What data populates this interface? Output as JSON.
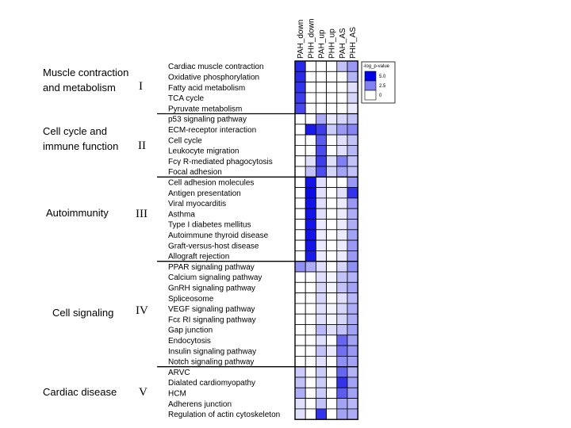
{
  "chart_data": {
    "type": "heatmap",
    "columns": [
      "PAH_down",
      "PHH_down",
      "PAH_up",
      "PHH_up",
      "PAH_AS",
      "PHH_AS"
    ],
    "rows": [
      "Cardiac muscle contraction",
      "Oxidative phosphorylation",
      "Fatty acid metabolism",
      "TCA cycle",
      "Pyruvate metabolism",
      "p53 signaling pathway",
      "ECM-receptor interaction",
      "Cell cycle",
      "Leukocyte migration",
      "Fcγ R-mediated phagocytosis",
      "Focal adhesion",
      "Cell adhesion molecules",
      "Antigen presentation",
      "Viral myocarditis",
      "Asthma",
      "Type I diabetes mellitus",
      "Autoimmune thyroid disease",
      "Graft-versus-host disease",
      "Allograft rejection",
      "PPAR signaling pathway",
      "Calcium signaling pathway",
      "GnRH signaling pathway",
      "Spliceosome",
      "VEGF signaling pathway",
      "Fcε RI signaling pathway",
      "Gap junction",
      "Endocytosis",
      "Insulin signaling pathway",
      "Notch signaling pathway",
      "ARVC",
      "Dialated cardiomyopathy",
      "HCM",
      "Adherens junction",
      "Regulation of actin cytoskeleton"
    ],
    "values": [
      [
        4.2,
        0,
        0,
        0,
        1.2,
        2.0
      ],
      [
        4.2,
        0,
        0,
        0,
        0,
        1.5
      ],
      [
        4.0,
        0,
        0,
        0,
        0,
        0.6
      ],
      [
        3.8,
        0,
        0,
        0,
        0,
        0.8
      ],
      [
        3.6,
        0,
        0,
        0,
        0,
        0.4
      ],
      [
        0,
        0,
        1.6,
        0.4,
        0.8,
        1.2
      ],
      [
        0,
        4.5,
        3.8,
        1.0,
        2.0,
        2.4
      ],
      [
        0,
        0,
        3.2,
        0,
        0.6,
        1.2
      ],
      [
        0,
        0,
        3.5,
        0,
        0.6,
        1.4
      ],
      [
        0,
        0.6,
        3.8,
        0.6,
        2.5,
        1.2
      ],
      [
        0,
        1.2,
        3.5,
        0.8,
        1.8,
        1.2
      ],
      [
        0,
        4.6,
        0.6,
        0,
        0,
        2.0
      ],
      [
        0,
        4.8,
        0.6,
        0,
        0.6,
        4.0
      ],
      [
        0,
        4.6,
        0.6,
        0,
        0.4,
        2.0
      ],
      [
        0,
        4.6,
        0.6,
        0,
        0.4,
        1.6
      ],
      [
        0,
        4.6,
        0.4,
        0,
        0.4,
        1.6
      ],
      [
        0,
        4.6,
        0.4,
        0,
        0.4,
        1.8
      ],
      [
        0,
        4.6,
        0.4,
        0,
        0.4,
        2.0
      ],
      [
        0,
        4.5,
        0.4,
        0,
        0.4,
        2.0
      ],
      [
        2.2,
        1.6,
        0.6,
        0,
        0.8,
        2.2
      ],
      [
        0,
        0,
        0.6,
        0.2,
        1.2,
        1.5
      ],
      [
        0,
        0,
        0.8,
        0.2,
        1.2,
        1.8
      ],
      [
        0,
        0,
        0.8,
        0,
        0.6,
        1.4
      ],
      [
        0,
        0,
        0.6,
        0.2,
        0.8,
        1.6
      ],
      [
        0,
        0,
        0.6,
        0.2,
        0.8,
        1.6
      ],
      [
        0,
        0,
        1.4,
        0.6,
        1.2,
        1.8
      ],
      [
        0,
        0,
        0.6,
        0,
        3.0,
        1.8
      ],
      [
        0,
        0,
        1.2,
        0.4,
        2.8,
        2.0
      ],
      [
        0,
        0,
        0.6,
        0,
        2.2,
        1.8
      ],
      [
        1.0,
        0,
        1.0,
        0,
        3.0,
        1.5
      ],
      [
        1.2,
        0,
        1.0,
        0,
        4.0,
        1.8
      ],
      [
        1.6,
        0,
        1.0,
        0,
        3.2,
        1.8
      ],
      [
        0.6,
        0,
        1.2,
        0,
        1.8,
        1.4
      ],
      [
        0.6,
        0,
        4.0,
        0,
        1.8,
        1.6
      ]
    ],
    "groups": [
      {
        "name": "Muscle contraction and metabolism",
        "numeral": "I",
        "start": 0,
        "end": 4
      },
      {
        "name": "Cell cycle and immune function",
        "numeral": "II",
        "start": 5,
        "end": 10
      },
      {
        "name": "Autoimmunity",
        "numeral": "III",
        "start": 11,
        "end": 18
      },
      {
        "name": "Cell signaling",
        "numeral": "IV",
        "start": 19,
        "end": 28
      },
      {
        "name": "Cardiac disease",
        "numeral": "V",
        "start": 29,
        "end": 33
      }
    ],
    "legend": {
      "title": "-log_p-value",
      "ticks": [
        "5.0",
        "2.5",
        "0"
      ],
      "range": [
        0,
        5
      ]
    },
    "colors": {
      "high": "#0000e6",
      "low": "#ffffff",
      "grid": "#000000"
    }
  },
  "group_labels": {
    "g1_line1": "Muscle contraction",
    "g1_line2": "and metabolism",
    "g1_numeral": "I",
    "g2_line1": "Cell cycle and",
    "g2_line2": "immune function",
    "g2_numeral": "II",
    "g3_line1": "Autoimmunity",
    "g3_numeral": "III",
    "g4_line1": "Cell signaling",
    "g4_numeral": "IV",
    "g5_line1": "Cardiac disease",
    "g5_numeral": "V"
  }
}
